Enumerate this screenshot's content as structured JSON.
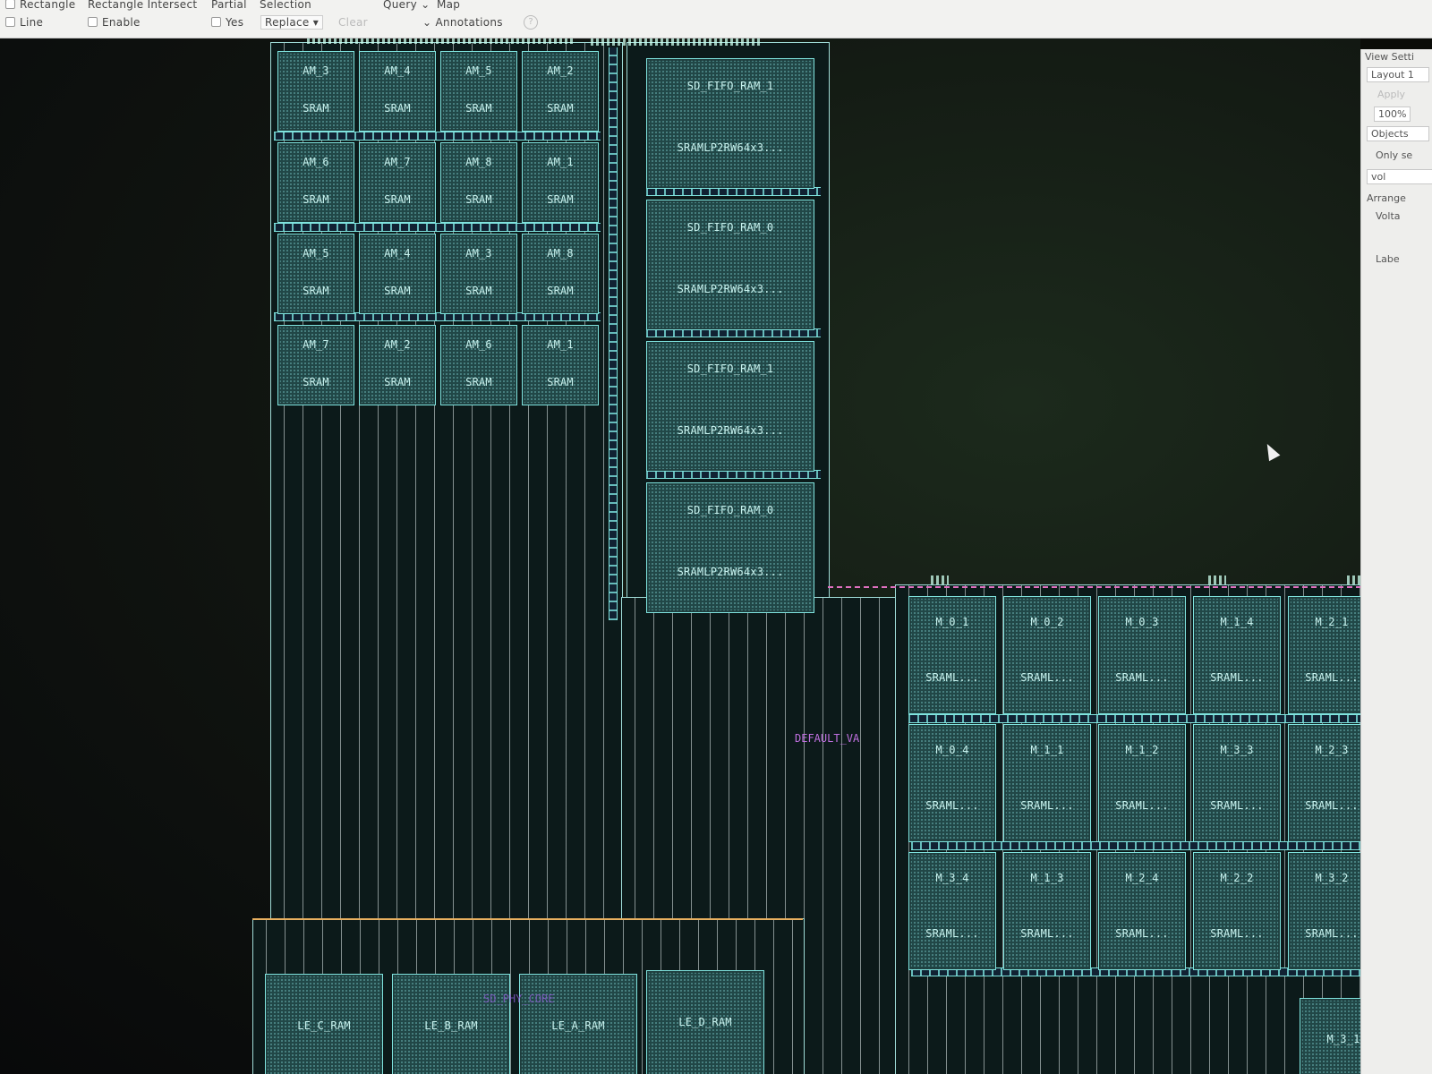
{
  "toolbar": {
    "row1": {
      "rectangle": "Rectangle",
      "rectangle_intersect": "Rectangle Intersect",
      "partial": "Partial",
      "selection": "Selection",
      "query": "Query",
      "map": "Map"
    },
    "row2": {
      "line": "Line",
      "enable": "Enable",
      "yes": "Yes",
      "replace": "Replace",
      "clear": "Clear",
      "annotations": "Annotations"
    }
  },
  "panel": {
    "view_settings": "View Setti",
    "layout": "Layout 1",
    "apply": "Apply",
    "zoom": "100%",
    "objects": "Objects",
    "only_selected": "Only se",
    "filter": "vol",
    "arrange": "Arrange",
    "voltage": "Volta",
    "labels": "Labe"
  },
  "canvas": {
    "am_macros": [
      {
        "name": "AM_3",
        "cell": "SRAM"
      },
      {
        "name": "AM_4",
        "cell": "SRAM"
      },
      {
        "name": "AM_5",
        "cell": "SRAM"
      },
      {
        "name": "AM_2",
        "cell": "SRAM"
      },
      {
        "name": "AM_6",
        "cell": "SRAM"
      },
      {
        "name": "AM_7",
        "cell": "SRAM"
      },
      {
        "name": "AM_8",
        "cell": "SRAM"
      },
      {
        "name": "AM_1",
        "cell": "SRAM"
      },
      {
        "name": "AM_5",
        "cell": "SRAM"
      },
      {
        "name": "AM_4",
        "cell": "SRAM"
      },
      {
        "name": "AM_3",
        "cell": "SRAM"
      },
      {
        "name": "AM_8",
        "cell": "SRAM"
      },
      {
        "name": "AM_7",
        "cell": "SRAM"
      },
      {
        "name": "AM_2",
        "cell": "SRAM"
      },
      {
        "name": "AM_6",
        "cell": "SRAM"
      },
      {
        "name": "AM_1",
        "cell": "SRAM"
      }
    ],
    "fifo_macros": [
      {
        "name": "SD_FIFO_RAM_1",
        "cell": "SRAMLP2RW64x3..."
      },
      {
        "name": "SD_FIFO_RAM_0",
        "cell": "SRAMLP2RW64x3..."
      },
      {
        "name": "SD_FIFO_RAM_1",
        "cell": "SRAMLP2RW64x3..."
      },
      {
        "name": "SD_FIFO_RAM_0",
        "cell": "SRAMLP2RW64x3..."
      }
    ],
    "m_macros": [
      {
        "name": "M_0_1",
        "cell": "SRAML..."
      },
      {
        "name": "M_0_2",
        "cell": "SRAML..."
      },
      {
        "name": "M_0_3",
        "cell": "SRAML..."
      },
      {
        "name": "M_1_4",
        "cell": "SRAML..."
      },
      {
        "name": "M_2_1",
        "cell": "SRAML..."
      },
      {
        "name": "M_0_4",
        "cell": "SRAML..."
      },
      {
        "name": "M_1_1",
        "cell": "SRAML..."
      },
      {
        "name": "M_1_2",
        "cell": "SRAML..."
      },
      {
        "name": "M_3_3",
        "cell": "SRAML..."
      },
      {
        "name": "M_2_3",
        "cell": "SRAML..."
      },
      {
        "name": "M_3_4",
        "cell": "SRAML..."
      },
      {
        "name": "M_1_3",
        "cell": "SRAML..."
      },
      {
        "name": "M_2_4",
        "cell": "SRAML..."
      },
      {
        "name": "M_2_2",
        "cell": "SRAML..."
      },
      {
        "name": "M_3_2",
        "cell": "SRAML..."
      },
      {
        "name": "M_3_1",
        "cell": ""
      }
    ],
    "le_macros": [
      {
        "name": "LE_C_RAM"
      },
      {
        "name": "LE_B_RAM"
      },
      {
        "name": "LE_A_RAM"
      },
      {
        "name": "LE_D_RAM"
      }
    ],
    "voltage_area_label": "DEFAULT_VA",
    "core_label": "SD_PHY_CORE"
  },
  "colors": {
    "macro_outline": "#7fe3de",
    "macro_fill": "#214747",
    "voltage_area_text": "#c070e0"
  }
}
